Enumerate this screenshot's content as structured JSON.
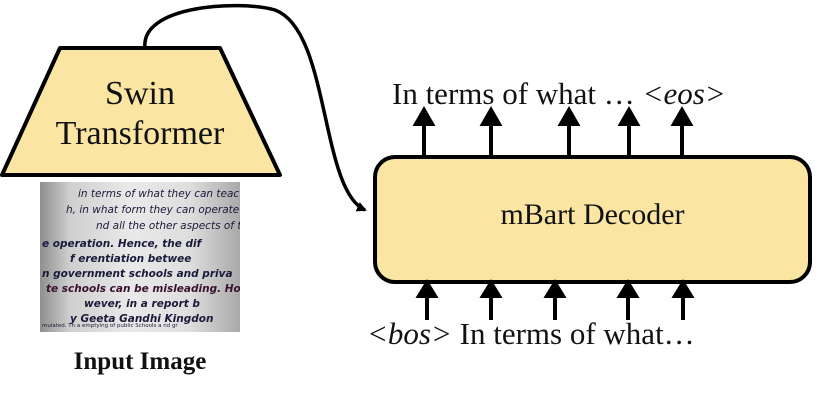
{
  "encoder": {
    "line1": "Swin",
    "line2": "Transformer"
  },
  "decoder": {
    "label": "mBart Decoder"
  },
  "input_image": {
    "caption": "Input Image",
    "lines": [
      "in terms of what they can teac",
      "h, in what form they can operate a",
      "nd all the other aspects of th",
      "e operation. Hence, the dif",
      "f erentiation betwee",
      "n government schools and priva",
      "te schools can be misleading. Ho",
      "wever, in a report b",
      "y Geeta Gandhi Kingdon",
      "mulated. Th      a emptying of public Schools a     nd gr"
    ]
  },
  "output_tokens": {
    "text": "In terms of  what … ",
    "eos": "<eos>"
  },
  "input_tokens": {
    "bos": "<bos>",
    "text": " In terms of what…"
  },
  "colors": {
    "box_fill": "#fbe5a3",
    "stroke": "#000000",
    "arrow": "#000000"
  }
}
